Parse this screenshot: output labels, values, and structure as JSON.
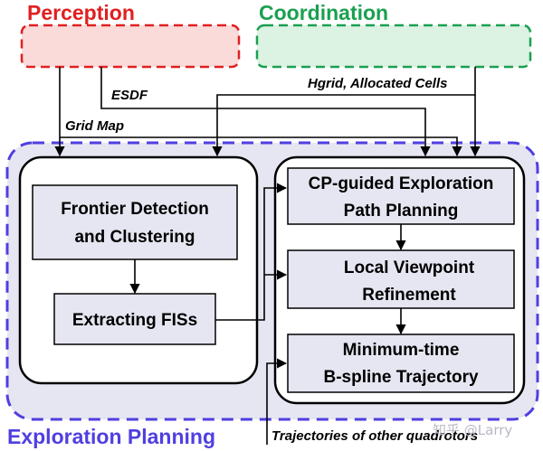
{
  "modules": {
    "perception": {
      "title": "Perception",
      "color": "#e02020"
    },
    "coordination": {
      "title": "Coordination",
      "color": "#1aa050"
    },
    "exploration_planning": {
      "title": "Exploration Planning",
      "color": "#4f3fe0"
    }
  },
  "inputs": {
    "esdf": "ESDF",
    "grid_map": "Grid Map",
    "hgrid": "Hgrid, Allocated Cells",
    "trajectories": "Trajectories of other quadrotors"
  },
  "left_group": {
    "frontier_line1": "Frontier Detection",
    "frontier_line2": "and Clustering",
    "extracting": "Extracting FISs"
  },
  "right_group": {
    "cp_line1": "CP-guided Exploration",
    "cp_line2": "Path Planning",
    "viewpoint_line1": "Local Viewpoint",
    "viewpoint_line2": "Refinement",
    "traj_line1": "Minimum-time",
    "traj_line2": "B-spline Trajectory"
  },
  "watermark": "知乎 @Larry"
}
